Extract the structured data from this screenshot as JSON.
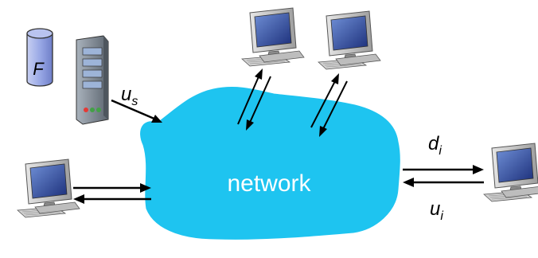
{
  "network": {
    "label": "network",
    "color": "#1ec4f0"
  },
  "file": {
    "label": "F"
  },
  "server": {
    "upload_var": "u",
    "upload_sub": "s"
  },
  "peer_right": {
    "download_var": "d",
    "download_sub": "i",
    "upload_var": "u",
    "upload_sub": "i"
  },
  "icons": {
    "server": "tower-server-icon",
    "file": "file-database-icon",
    "computer": "desktop-computer-icon"
  },
  "colors": {
    "cloud": "#1ec4f0",
    "file_cylinder": "#9aa9e6",
    "server_body": "#7f8a96",
    "screen": "#22448f",
    "arrow": "#000000"
  }
}
